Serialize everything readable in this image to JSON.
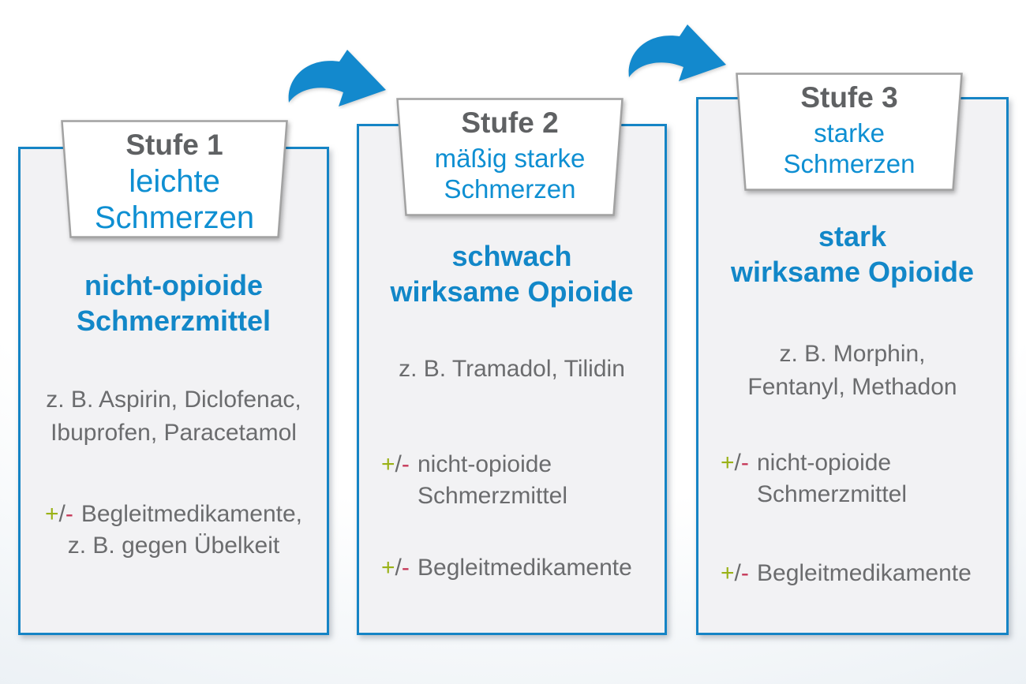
{
  "colors": {
    "accent_blue": "#1287c8",
    "subtitle_blue": "#0e8fd2",
    "border_blue": "#1584c5",
    "arrow_blue": "#1389cd",
    "title_gray": "#5f6163",
    "text_gray": "#6b6c6e",
    "plus_green": "#9ab217",
    "minus_red": "#c53556",
    "card_border_gray": "#a2a2a2",
    "box_fill": "#f2f2f4"
  },
  "plusminus": {
    "plus": "+",
    "slash": "/",
    "minus": "-"
  },
  "stages": [
    {
      "title": "Stufe 1",
      "subtitle_lines": [
        "leichte",
        "Schmerzen"
      ],
      "heading_lines": [
        "nicht-opioide",
        "Schmerzmittel"
      ],
      "examples_lines": [
        "z. B. Aspirin, Diclofenac,",
        "Ibuprofen, Paracetamol"
      ],
      "extras": [
        {
          "lines": [
            "Begleitmedikamente,",
            "z. B. gegen Übelkeit"
          ]
        }
      ]
    },
    {
      "title": "Stufe 2",
      "subtitle_lines": [
        "mäßig starke",
        "Schmerzen"
      ],
      "heading_lines": [
        "schwach",
        "wirksame Opioide"
      ],
      "examples_lines": [
        "z. B. Tramadol, Tilidin"
      ],
      "extras": [
        {
          "lines": [
            "nicht-opioide",
            "Schmerzmittel"
          ]
        },
        {
          "lines": [
            "Begleitmedikamente"
          ]
        }
      ]
    },
    {
      "title": "Stufe 3",
      "subtitle_lines": [
        "starke",
        "Schmerzen"
      ],
      "heading_lines": [
        "stark",
        "wirksame Opioide"
      ],
      "examples_lines": [
        "z. B. Morphin,",
        "Fentanyl, Methadon"
      ],
      "extras": [
        {
          "lines": [
            "nicht-opioide",
            "Schmerzmittel"
          ]
        },
        {
          "lines": [
            "Begleitmedikamente"
          ]
        }
      ]
    }
  ]
}
